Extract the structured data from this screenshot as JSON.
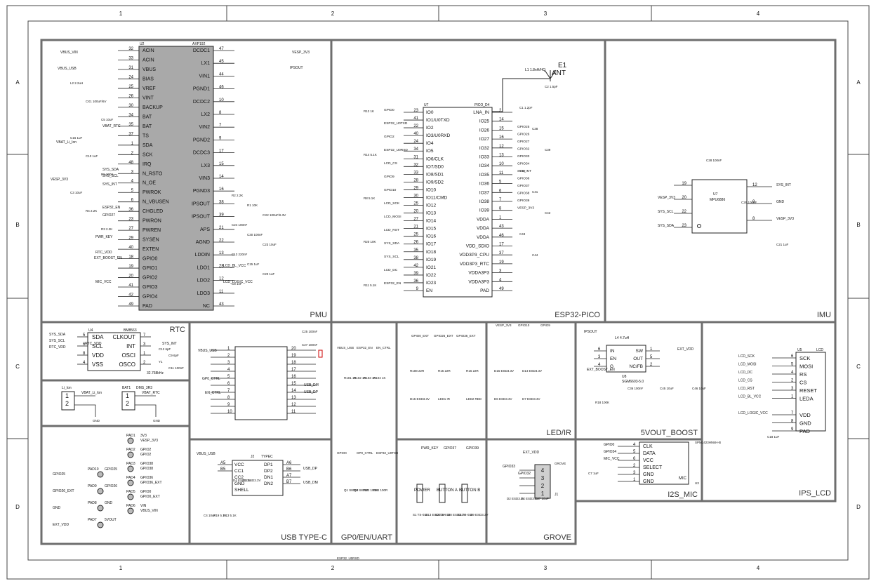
{
  "grid": {
    "cols": [
      "1",
      "2",
      "3",
      "4"
    ],
    "rows": [
      "A",
      "B",
      "C",
      "D"
    ]
  },
  "panels": {
    "pmu": "PMU",
    "esp32": "ESP32-PICO",
    "imu": "IMU",
    "rtc": "RTC",
    "usb_typec": "USB TYPE-C",
    "gp0": "GP0/EN/UART",
    "led_ir": "LED/IR",
    "boost": "5VOUT_BOOST",
    "ips_lcd": "IPS_LCD",
    "i2s_mic": "I2S_MIC",
    "grove": "GROVE"
  },
  "pmu": {
    "ref": "U2",
    "part": "AXP192",
    "left_pins": [
      {
        "num": "32",
        "name": "ACIN"
      },
      {
        "num": "33",
        "name": "ACIN"
      },
      {
        "num": "31",
        "name": "VBUS"
      },
      {
        "num": "24",
        "name": "BIAS"
      },
      {
        "num": "25",
        "name": "VREF"
      },
      {
        "num": "26",
        "name": "VINT"
      },
      {
        "num": "30",
        "name": "BACKUP"
      },
      {
        "num": "34",
        "name": "BAT"
      },
      {
        "num": "35",
        "name": "BAT"
      },
      {
        "num": "37",
        "name": "TS"
      },
      {
        "num": "1",
        "name": "SDA"
      },
      {
        "num": "2",
        "name": "SCK"
      },
      {
        "num": "48",
        "name": "IRQ"
      },
      {
        "num": "3",
        "name": "N_RSTO"
      },
      {
        "num": "4",
        "name": "N_OE"
      },
      {
        "num": "5",
        "name": "PWROK"
      },
      {
        "num": "6",
        "name": "N_VBUSEN"
      },
      {
        "num": "36",
        "name": "CHGLED"
      },
      {
        "num": "23",
        "name": "PWRON"
      },
      {
        "num": "27",
        "name": "PWREN"
      },
      {
        "num": "29",
        "name": "SYSEN"
      },
      {
        "num": "40",
        "name": "EXTEN"
      },
      {
        "num": "18",
        "name": "GPIO0"
      },
      {
        "num": "19",
        "name": "GPIO1"
      },
      {
        "num": "20",
        "name": "GPIO2"
      },
      {
        "num": "41",
        "name": "GPIO3"
      },
      {
        "num": "42",
        "name": "GPIO4"
      },
      {
        "num": "49",
        "name": "PAD"
      }
    ],
    "right_pins": [
      {
        "num": "47",
        "name": "DCDC1"
      },
      {
        "num": "45",
        "name": "LX1"
      },
      {
        "num": "44",
        "name": "VIN1"
      },
      {
        "num": "46",
        "name": "PGND1"
      },
      {
        "num": "10",
        "name": "DCDC2"
      },
      {
        "num": "8",
        "name": "LX2"
      },
      {
        "num": "7",
        "name": "VIN2"
      },
      {
        "num": "9",
        "name": "PGND2"
      },
      {
        "num": "17",
        "name": "DCDC3"
      },
      {
        "num": "15",
        "name": "LX3"
      },
      {
        "num": "14",
        "name": "VIN3"
      },
      {
        "num": "16",
        "name": "PGND3"
      },
      {
        "num": "38",
        "name": "IPSOUT"
      },
      {
        "num": "39",
        "name": "IPSOUT"
      },
      {
        "num": "21",
        "name": "APS"
      },
      {
        "num": "22",
        "name": "AGND"
      },
      {
        "num": "13",
        "name": "LDOIN"
      },
      {
        "num": "28",
        "name": "LDO1"
      },
      {
        "num": "12",
        "name": "LDO2"
      },
      {
        "num": "11",
        "name": "LDO3"
      },
      {
        "num": "43",
        "name": "NC"
      }
    ],
    "nets": [
      "VBUS_VIN",
      "VBUS_USB",
      "VBAT_RTC",
      "VBAT_Li_Ion",
      "VESP_3V3",
      "PWR_KEY",
      "RTC_VDD",
      "EXT_BOOST_EN",
      "MIC_VCC",
      "VESP_3V3",
      "IPSOUT",
      "LCD_BL_VCC",
      "LCD_LOGIC_VCC",
      "RTC_VDD",
      "SYS_SDA",
      "SYS_SCL",
      "SYS_INT",
      "ESP32_EN",
      "GPIO27"
    ],
    "components": [
      "L2 2.2uH",
      "CX1 100uF/6V",
      "C5 10uF",
      "C16 1uF",
      "C10 1uF",
      "R5 200K",
      "C3 10uF",
      "R4 2.2K",
      "R3 2.2K",
      "R2 2.2K",
      "R1 10K",
      "CX2 100uF/6.3V",
      "C24 100nF",
      "C30 100nF",
      "C23 10uF",
      "C13 220nF",
      "C15 1uF",
      "C20 1uF",
      "C8 1nF"
    ]
  },
  "esp32": {
    "ref": "U7",
    "part": "PICO_D4",
    "left_pins": [
      {
        "num": "23",
        "name": "IO0"
      },
      {
        "num": "41",
        "name": "IO1/U0TXD"
      },
      {
        "num": "22",
        "name": "IO2"
      },
      {
        "num": "40",
        "name": "IO3/U0RXD"
      },
      {
        "num": "24",
        "name": "IO4"
      },
      {
        "num": "34",
        "name": "IO5"
      },
      {
        "num": "31",
        "name": "IO6/CLK"
      },
      {
        "num": "32",
        "name": "IO7/SD0"
      },
      {
        "num": "33",
        "name": "IO8/SD1"
      },
      {
        "num": "28",
        "name": "IO9/SD2"
      },
      {
        "num": "29",
        "name": "IO10"
      },
      {
        "num": "30",
        "name": "IO11/CMD"
      },
      {
        "num": "25",
        "name": "IO12"
      },
      {
        "num": "20",
        "name": "IO13"
      },
      {
        "num": "27",
        "name": "IO14"
      },
      {
        "num": "21",
        "name": "IO15"
      },
      {
        "num": "25",
        "name": "IO16"
      },
      {
        "num": "26",
        "name": "IO17"
      },
      {
        "num": "35",
        "name": "IO18"
      },
      {
        "num": "38",
        "name": "IO19"
      },
      {
        "num": "42",
        "name": "IO21"
      },
      {
        "num": "39",
        "name": "IO22"
      },
      {
        "num": "36",
        "name": "IO23"
      },
      {
        "num": "9",
        "name": "EN"
      }
    ],
    "right_pins": [
      {
        "num": "2",
        "name": "LNA_IN"
      },
      {
        "num": "14",
        "name": "IO25"
      },
      {
        "num": "15",
        "name": "IO26"
      },
      {
        "num": "16",
        "name": "IO27"
      },
      {
        "num": "12",
        "name": "IO32"
      },
      {
        "num": "13",
        "name": "IO33"
      },
      {
        "num": "10",
        "name": "IO34"
      },
      {
        "num": "11",
        "name": "IO35"
      },
      {
        "num": "5",
        "name": "IO36"
      },
      {
        "num": "6",
        "name": "IO37"
      },
      {
        "num": "7",
        "name": "IO38"
      },
      {
        "num": "8",
        "name": "IO39"
      },
      {
        "num": "1",
        "name": "VDDA"
      },
      {
        "num": "43",
        "name": "VDDA"
      },
      {
        "num": "46",
        "name": "VDDA"
      },
      {
        "num": "17",
        "name": "VDD_SDIO"
      },
      {
        "num": "37",
        "name": "VDD3P3_CPU"
      },
      {
        "num": "19",
        "name": "VDD3P3_RTC"
      },
      {
        "num": "3",
        "name": "VDDA3P3"
      },
      {
        "num": "4",
        "name": "VDDA3P3"
      },
      {
        "num": "49",
        "name": "PAD"
      }
    ],
    "antenna": "E1",
    "antenna_label": "ANT",
    "inductor": "L1 1.8nH/HQ",
    "nets": [
      "GPIO0",
      "ESP32_U0TXD",
      "GPIO2",
      "ESP32_U0RXD",
      "LCD_CS",
      "GPIO9",
      "GPIO10",
      "LCD_SCK",
      "LCD_MOSI",
      "LCD_RST",
      "SYS_SDA",
      "SYS_SCL",
      "LCD_DC",
      "ESP32_EN",
      "GPIO25",
      "GPIO26",
      "GPIO27",
      "GPIO32",
      "GPIO33",
      "GPIO34",
      "SYS_INT",
      "GPIO36",
      "GPIO37",
      "GPIO38",
      "GPIO39",
      "VESP_3V3"
    ],
    "components": [
      "R12 1K",
      "R14 5.1K",
      "R8 5.1K",
      "R20 10K",
      "R11 5.1K",
      "C2 1.5pF",
      "C1 1.2pF",
      "C38",
      "C39",
      "C40",
      "C41",
      "C42",
      "C43",
      "C44"
    ]
  },
  "imu": {
    "ref": "U7",
    "part": "MPU6886",
    "pins_right": [
      {
        "num": "12",
        "net": "SYS_INT"
      },
      {
        "num": "9",
        "net": "GND"
      },
      {
        "num": "8",
        "net": "VESP_3V3"
      }
    ],
    "pins_left": [
      {
        "num": "19",
        "net": ""
      },
      {
        "num": "20",
        "net": "VESP_3V3"
      },
      {
        "num": "22",
        "net": "SYS_SCL"
      },
      {
        "num": "23",
        "net": "SYS_SDA"
      }
    ],
    "caps": [
      "C28 100nF",
      "C29 100nF",
      "C21 1uF"
    ]
  },
  "rtc": {
    "ref": "U4",
    "part": "BM8563",
    "pins": [
      {
        "num": "5",
        "name": "SDA",
        "num2": "7",
        "name2": "CLKOUT"
      },
      {
        "num": "6",
        "name": "SCL",
        "num2": "3",
        "name2": "INT"
      },
      {
        "num": "8",
        "name": "VDD",
        "num2": "1",
        "name2": "OSCI"
      },
      {
        "num": "4",
        "name": "VSS",
        "num2": "2",
        "name2": "OSCO"
      }
    ],
    "nets": [
      "SYS_SDA",
      "SYS_SCL",
      "RTC_VDD",
      "SYS_INT"
    ],
    "crystal": "32.768kHz",
    "components": [
      "C12 6pF",
      "C9 6pF",
      "Y1",
      "C11 100nF"
    ]
  },
  "batteries": [
    {
      "ref": "Li_Ion",
      "net": "VBAT_Li_Ion",
      "pins": [
        "1",
        "2"
      ]
    },
    {
      "ref": "BAT1",
      "part": "DMS_3R3",
      "net": "VBAT_RTC",
      "pins": [
        "1",
        "2"
      ]
    }
  ],
  "pads": [
    {
      "ref": "PAD1",
      "name": "3V3",
      "net": "VESP_3V3"
    },
    {
      "ref": "PAD2",
      "name": "GPIO2",
      "net": "GPIO2"
    },
    {
      "ref": "PAD3",
      "name": "GPIO38",
      "net": "GPIO38"
    },
    {
      "ref": "PAD4",
      "name": "GPIO36",
      "net": "GPIO36_EXT"
    },
    {
      "ref": "PAD5",
      "name": "GPIO0",
      "net": "GPIO0_EXT"
    },
    {
      "ref": "PAD6",
      "name": "VIN",
      "net": "VBUS_VIN"
    },
    {
      "ref": "PAD10",
      "name": "GPIO25",
      "net": "GPIO25"
    },
    {
      "ref": "PAD9",
      "name": "GPIO26",
      "net": "GPIO26_EXT"
    },
    {
      "ref": "PAD8",
      "name": "GND",
      "net": "GND"
    },
    {
      "ref": "PAD7",
      "name": "5VOUT",
      "net": "EXT_VDD"
    }
  ],
  "usb_uart": {
    "nets": [
      "VBUS_USB",
      "GP0_CTRL",
      "EN_CTRL",
      "USB_DM",
      "USB_DP"
    ],
    "left_pins": [
      "1",
      "2",
      "3",
      "4",
      "5",
      "6",
      "7",
      "8",
      "9",
      "10"
    ],
    "right_pins": [
      "20",
      "19",
      "18",
      "17",
      "16",
      "15",
      "14",
      "13",
      "12",
      "11"
    ],
    "components": [
      "C25 100nF",
      "C27 100nF"
    ]
  },
  "typec": {
    "ref": "J2",
    "part": "TYPEC",
    "pins": [
      {
        "l": "A5",
        "name": "VCC",
        "r": "DP1",
        "rnum": "A6"
      },
      {
        "l": "B5",
        "name": "CC1",
        "r": "DP2",
        "rnum": "B6"
      },
      {
        "l": "",
        "name": "CC2",
        "r": "DN1",
        "rnum": "A7"
      },
      {
        "l": "",
        "name": "GND",
        "r": "DN2",
        "rnum": "B7"
      },
      {
        "l": "",
        "name": "SHELL",
        "r": "",
        "rnum": ""
      }
    ],
    "nets": [
      "VBUS_USB",
      "USB_DP",
      "USB_DM"
    ],
    "components": [
      "C4 10uF",
      "R19 5.1K",
      "R13 5.1K",
      "D4 ESD3.3V",
      "D3 ESD3.3V"
    ]
  },
  "gp0": {
    "nets": [
      "VBUS_USB",
      "ESP32_EN",
      "EN_CTRL",
      "GPIO0",
      "GP0_CTRL",
      "ESP32_U0TXD",
      "ESP32_U0RXD"
    ],
    "components": [
      "R101 1K",
      "R102 1K",
      "R103 1K",
      "R104 1K",
      "Q1 S8050",
      "Q2 S8050",
      "R23 100R",
      "R24 100R"
    ]
  },
  "led_ir": {
    "nets": [
      "GPIO0_EXT",
      "GPIO26_EXT",
      "GPIO36_EXT",
      "VESP_3V3",
      "GPIO10",
      "GPIO9"
    ],
    "components": [
      "R108 22R",
      "R15 22R",
      "R16 22R",
      "D15 ESD3.3V",
      "D14 ESD3.3V",
      "D16 ESD3.3V",
      "LED1 IR",
      "LED2 RED",
      "D6 ESD3.3V",
      "D7 ESD3.3V"
    ]
  },
  "buttons": {
    "labels": [
      "POWER",
      "BUTTON A",
      "BUTTON B"
    ],
    "nets": [
      "PWR_KEY",
      "GPIO37",
      "GPIO39"
    ],
    "components": [
      "S1 TS-018",
      "S2 TS-018",
      "S3 TS-018",
      "D13 ESD3.3V",
      "D8 ESD3.3V",
      "D9 ESD3.3V"
    ]
  },
  "grove": {
    "ref": "J1",
    "label": "GROVE",
    "pins": [
      "4",
      "3",
      "2",
      "1"
    ],
    "nets": [
      "EXT_VDD",
      "GPIO33",
      "GPIO32"
    ],
    "components": [
      "D2 ESD3.3V",
      "D1 ESD3.3V",
      "C37 10uF"
    ]
  },
  "boost": {
    "ref": "U8",
    "part": "SGM6603-5.0",
    "inductor": "L4 4.7uH",
    "pins": [
      {
        "num": "6",
        "name": "IN",
        "num2": "1",
        "name2": "SW"
      },
      {
        "num": "3",
        "name": "EN",
        "num2": "5",
        "name2": "OUT"
      },
      {
        "num": "4",
        "name": "G",
        "num2": "2",
        "name2": "NC/FB"
      }
    ],
    "nets": [
      "IPSOUT",
      "EXT_BOOST_EN",
      "EXT_VDD"
    ],
    "components": [
      "R18 100K",
      "C36 100nF",
      "C45 10uF",
      "C46 10uF"
    ]
  },
  "lcd": {
    "ref": "U5",
    "part": "LCD",
    "pins": [
      {
        "num": "6",
        "name": "SCK",
        "net": "LCD_SCK"
      },
      {
        "num": "5",
        "name": "MOSI",
        "net": "LCD_MOSI"
      },
      {
        "num": "4",
        "name": "RS",
        "net": "LCD_DC"
      },
      {
        "num": "2",
        "name": "CS",
        "net": "LCD_CS"
      },
      {
        "num": "3",
        "name": "RESET",
        "net": "LCD_RST"
      },
      {
        "num": "1",
        "name": "LEDA",
        "net": "LCD_BL_VCC"
      },
      {
        "num": "7",
        "name": "VDD",
        "net": "LCD_LOGIC_VCC"
      },
      {
        "num": "8",
        "name": "GND",
        "net": ""
      },
      {
        "num": "9",
        "name": "PAD",
        "net": ""
      }
    ],
    "components": [
      "C18 1uF"
    ]
  },
  "mic": {
    "ref": "U3",
    "part": "SPM1423HM4H-B",
    "label": "MIC",
    "pins": [
      {
        "num": "4",
        "name": "CLK",
        "net": "GPIO0"
      },
      {
        "num": "5",
        "name": "DATA",
        "net": "GPIO34"
      },
      {
        "num": "6",
        "name": "VCC",
        "net": "MIC_VCC"
      },
      {
        "num": "2",
        "name": "SELECT",
        "net": ""
      },
      {
        "num": "3",
        "name": "GND",
        "net": ""
      },
      {
        "num": "1",
        "name": "GND",
        "net": ""
      }
    ],
    "components": [
      "C7 1uF"
    ]
  },
  "colors": {
    "panel_border": "#6e6e6e",
    "chip_fill": "#a9a9a9",
    "wire": "#222222",
    "frame": "#444444",
    "highlight": "#cc0000"
  }
}
